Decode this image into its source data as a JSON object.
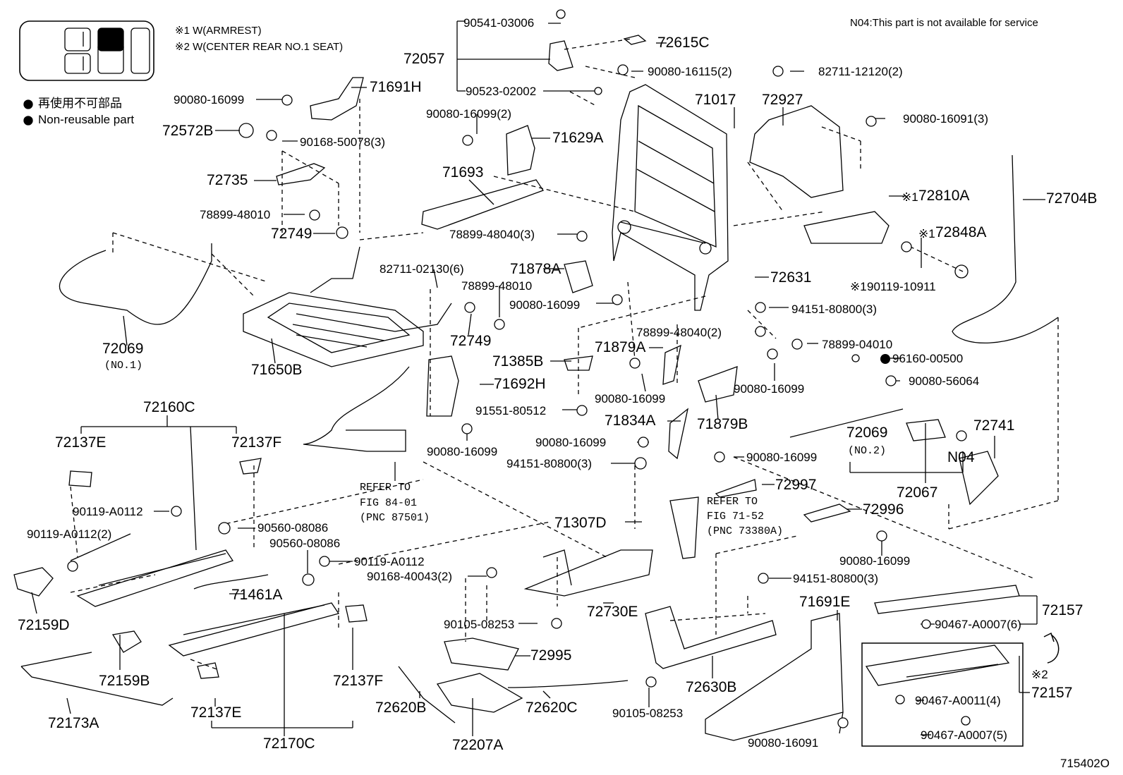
{
  "header": {
    "note_armrest": "※1 W(ARMREST)",
    "note_center": "※2 W(CENTER REAR NO.1 SEAT)",
    "n04_note": "N04:This part is not available for service"
  },
  "legend": {
    "non_reusable_jp": "再使用不可部品",
    "non_reusable_en": "Non-reusable part"
  },
  "figure_id": "715402O",
  "refs": {
    "fig84_line1": "REFER TO",
    "fig84_line2": "FIG 84-01",
    "fig84_line3": "(PNC 87501)",
    "fig71_line1": "REFER TO",
    "fig71_line2": "FIG 71-52",
    "fig71_line3": "(PNC 73380A)"
  },
  "parts": {
    "p90541": "90541-03006",
    "p72057": "72057",
    "p90523": "90523-02002",
    "p72615C": "72615C",
    "p90080_16115": "90080-16115(2)",
    "p82711_12120": "82711-12120(2)",
    "p71017": "71017",
    "p72927": "72927",
    "p90080_16091_3": "90080-16091(3)",
    "p90080_16099_a": "90080-16099",
    "p71691H": "71691H",
    "p72572B": "72572B",
    "p90168_50078": "90168-50078(3)",
    "p72735": "72735",
    "p78899_48010_a": "78899-48010",
    "p72749_a": "72749",
    "p90080_16099_2": "90080-16099(2)",
    "p71629A": "71629A",
    "p71693": "71693",
    "p78899_48040_3": "78899-48040(3)",
    "p72810A_mark": "※1",
    "p72810A": "72810A",
    "p72704B": "72704B",
    "p72848A_mark": "※1",
    "p72848A": "72848A",
    "p90119_10911_mark": "※1",
    "p90119_10911": "90119-10911",
    "p72631": "72631",
    "p94151_80800_a": "94151-80800(3)",
    "p82711_02130": "82711-02130(6)",
    "p71878A": "71878A",
    "p78899_48010_b": "78899-48010",
    "p90080_16099_b": "90080-16099",
    "p72749_b": "72749",
    "p72069_1": "72069",
    "p72069_1_sub": "(NO.1)",
    "p71650B": "71650B",
    "p78899_48040_2": "78899-48040(2)",
    "p78899_04010": "78899-04010",
    "p71385B": "71385B",
    "p71879A": "71879A",
    "p96160_00500": "96160-00500",
    "p90080_16099_c": "90080-16099",
    "p90080_16099_d": "90080-16099",
    "p90080_56064": "90080-56064",
    "p71692H": "71692H",
    "p91551_80512": "91551-80512",
    "p72160C": "72160C",
    "p72137E_a": "72137E",
    "p72137F_a": "72137F",
    "p71834A": "71834A",
    "p71879B": "71879B",
    "p72069_2": "72069",
    "p72069_2_sub": "(NO.2)",
    "p72741": "72741",
    "p90080_16099_e": "90080-16099",
    "p90080_16099_f": "90080-16099",
    "p94151_80800_b": "94151-80800(3)",
    "p90080_16099_g": "90080-16099",
    "pN04": "N04",
    "p72067": "72067",
    "p72997": "72997",
    "p90119_A0112_a": "90119-A0112",
    "p90119_A0112_2": "90119-A0112(2)",
    "p90560_08086_a": "90560-08086",
    "p90560_08086_b": "90560-08086",
    "p71307D": "71307D",
    "p72996": "72996",
    "p90080_16099_h": "90080-16099",
    "p90119_A0112_b": "90119-A0112",
    "p90168_40043": "90168-40043(2)",
    "p94151_80800_c": "94151-80800(3)",
    "p72159D": "72159D",
    "p71461A": "71461A",
    "p72730E": "72730E",
    "p71691E": "71691E",
    "p72157_a": "72157",
    "p90467_A0007_6": "90467-A0007(6)",
    "p90105_08253_a": "90105-08253",
    "p72995": "72995",
    "p72159B": "72159B",
    "p72137F_b": "72137F",
    "p72620B": "72620B",
    "p72620C": "72620C",
    "p72630B": "72630B",
    "p90105_08253_b": "90105-08253",
    "p72157_mark": "※2",
    "p72157_b": "72157",
    "p90467_A0011": "90467-A0011(4)",
    "p72173A": "72173A",
    "p72137E_b": "72137E",
    "p90467_A0007_5": "90467-A0007(5)",
    "p90080_16091_b": "90080-16091",
    "p72170C": "72170C",
    "p72207A": "72207A"
  }
}
